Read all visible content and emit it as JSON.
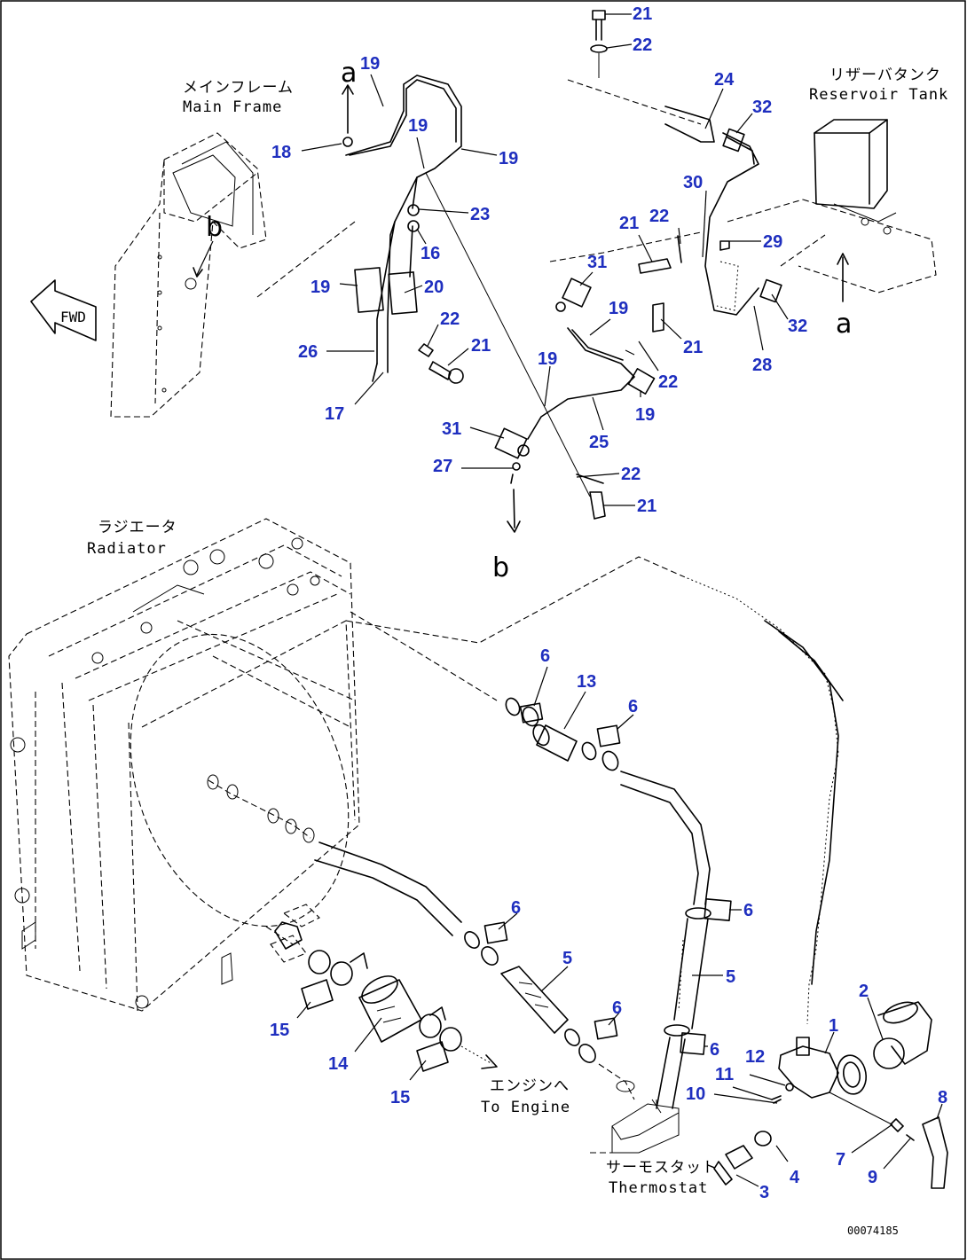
{
  "labels": {
    "main_frame_jp": "メインフレーム",
    "main_frame_en": "Main Frame",
    "reservoir_jp": "リザーバタンク",
    "reservoir_en": "Reservoir Tank",
    "radiator_jp": "ラジエータ",
    "radiator_en": "Radiator",
    "engine_jp": "エンジンへ",
    "engine_en": "To Engine",
    "thermostat_jp": "サーモスタット",
    "thermostat_en": "Thermostat",
    "fwd": "FWD",
    "mark_a": "a",
    "mark_b": "b",
    "drawing_number": "00074185"
  },
  "callouts": [
    {
      "num": "21"
    },
    {
      "num": "22"
    },
    {
      "num": "24"
    },
    {
      "num": "32"
    },
    {
      "num": "30"
    },
    {
      "num": "21"
    },
    {
      "num": "22"
    },
    {
      "num": "29"
    },
    {
      "num": "31"
    },
    {
      "num": "19"
    },
    {
      "num": "21"
    },
    {
      "num": "32"
    },
    {
      "num": "22"
    },
    {
      "num": "28"
    },
    {
      "num": "19"
    },
    {
      "num": "19"
    },
    {
      "num": "25"
    },
    {
      "num": "31"
    },
    {
      "num": "27"
    },
    {
      "num": "22"
    },
    {
      "num": "21"
    },
    {
      "num": "19"
    },
    {
      "num": "18"
    },
    {
      "num": "19"
    },
    {
      "num": "19"
    },
    {
      "num": "23"
    },
    {
      "num": "16"
    },
    {
      "num": "19"
    },
    {
      "num": "20"
    },
    {
      "num": "22"
    },
    {
      "num": "21"
    },
    {
      "num": "26"
    },
    {
      "num": "17"
    },
    {
      "num": "6"
    },
    {
      "num": "13"
    },
    {
      "num": "6"
    },
    {
      "num": "6"
    },
    {
      "num": "6"
    },
    {
      "num": "5"
    },
    {
      "num": "5"
    },
    {
      "num": "6"
    },
    {
      "num": "6"
    },
    {
      "num": "15"
    },
    {
      "num": "14"
    },
    {
      "num": "15"
    },
    {
      "num": "2"
    },
    {
      "num": "1"
    },
    {
      "num": "12"
    },
    {
      "num": "11"
    },
    {
      "num": "10"
    },
    {
      "num": "8"
    },
    {
      "num": "7"
    },
    {
      "num": "9"
    },
    {
      "num": "4"
    },
    {
      "num": "3"
    }
  ]
}
